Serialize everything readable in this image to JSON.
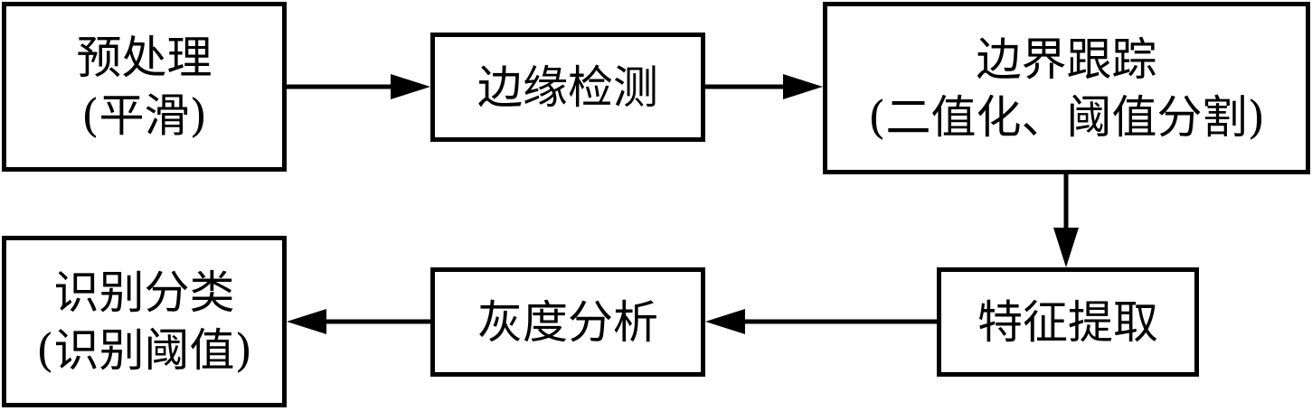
{
  "nodes": {
    "preprocess": {
      "line1": "预处理",
      "line2": "(平滑)"
    },
    "edge_detection": {
      "line1": "边缘检测"
    },
    "boundary_tracking": {
      "line1": "边界跟踪",
      "line2": "(二值化、阈值分割)"
    },
    "feature_extraction": {
      "line1": "特征提取"
    },
    "gray_analysis": {
      "line1": "灰度分析"
    },
    "recognition": {
      "line1": "识别分类",
      "line2": "(识别阈值)"
    }
  }
}
